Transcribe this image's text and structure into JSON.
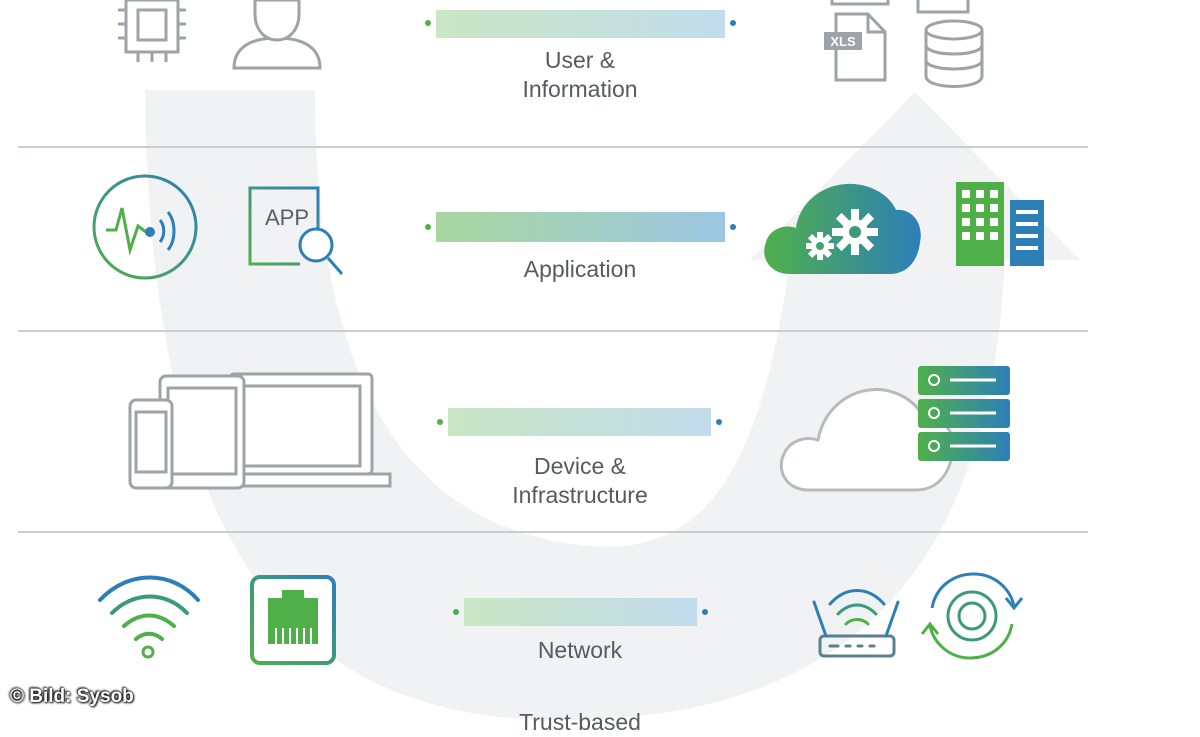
{
  "layers": [
    {
      "id": "user-information",
      "label": "User &\nInformation",
      "left_icons": [
        "cpu-chip-icon",
        "user-person-icon"
      ],
      "right_icons": [
        "document-icon",
        "xls-file-icon",
        "database-icon"
      ]
    },
    {
      "id": "application",
      "label": "Application",
      "left_icons": [
        "monitoring-pulse-icon",
        "app-search-icon"
      ],
      "right_icons": [
        "cloud-gears-icon",
        "office-buildings-icon"
      ]
    },
    {
      "id": "device-infrastructure",
      "label": "Device &\nInfrastructure",
      "left_icons": [
        "phone-tablet-laptop-icon"
      ],
      "right_icons": [
        "cloud-server-icon"
      ]
    },
    {
      "id": "network",
      "label": "Network",
      "left_icons": [
        "wifi-icon",
        "ethernet-port-icon"
      ],
      "right_icons": [
        "wifi-router-icon",
        "sync-refresh-icon"
      ]
    }
  ],
  "xls_badge": "XLS",
  "app_badge": "APP",
  "bottom_label_partial": "Trust-based",
  "credit": "© Bild: Sysob",
  "colors": {
    "green": "#4fb04a",
    "blue": "#2d7fb8",
    "gray_icon": "#9ea3a8",
    "divider": "#c9cdd1",
    "u_arrow": "#f1f2f3"
  }
}
